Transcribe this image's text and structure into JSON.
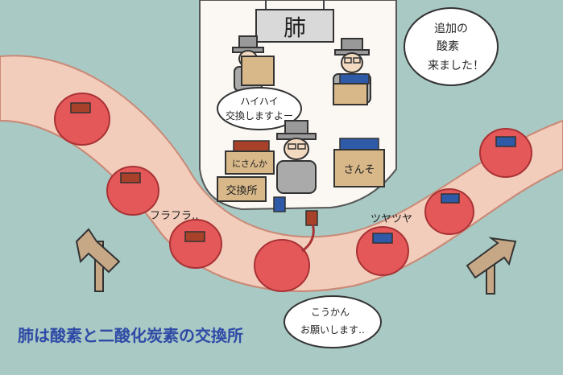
{
  "colors": {
    "background": "#a9c9c4",
    "vessel": "#f3cdbb",
    "vessel_edge": "#c98a78",
    "room": "#fbf8f3",
    "sign": "#d9d9d9",
    "rbc": "#e4585a",
    "rbc_edge": "#a83234",
    "co2_card": "#a8412a",
    "o2_card": "#2e5aa8",
    "box": "#d8b889",
    "caption": "#2e4aa6",
    "arrow": "#c6a887"
  },
  "labels": {
    "lung_sign": "肺",
    "box_co2": "にさんか",
    "box_o2": "さんそ",
    "exchange_sign": "交換所",
    "wobble": "フラフラ‥",
    "shiny": "ツヤツヤ"
  },
  "bubbles": {
    "worker": [
      "ハイハイ",
      "交換しますよー"
    ],
    "oxygen_arrived": [
      "追加の",
      "酸素",
      "来ました！"
    ],
    "request": [
      "こうかん",
      "お願いします‥"
    ]
  },
  "caption": "肺は酸素と二酸化炭素の交換所",
  "icons": {
    "red_blood_cell": "red-blood-cell-icon",
    "worker": "worker-icon",
    "arrow_sign": "wooden-arrow-sign-icon"
  }
}
